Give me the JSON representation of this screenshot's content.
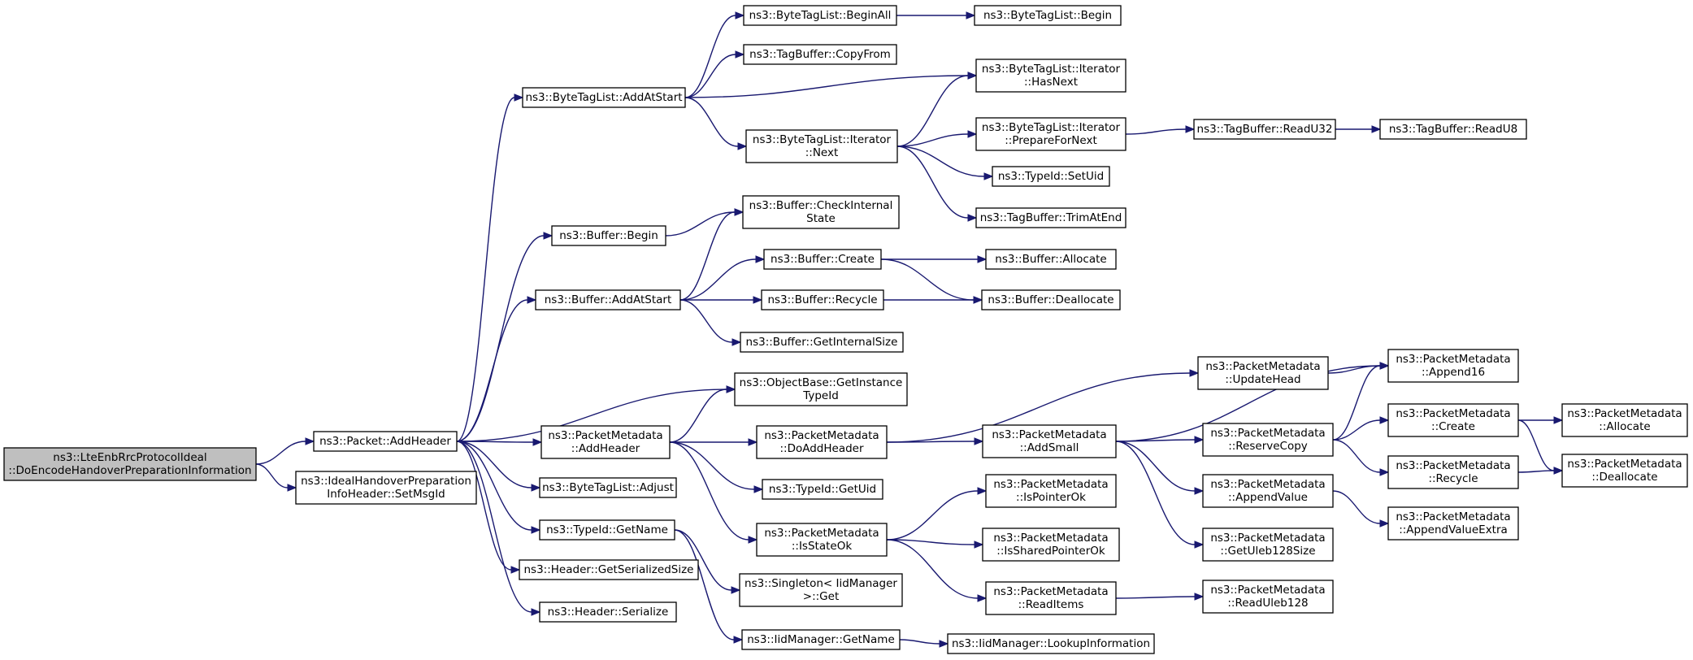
{
  "diagram": {
    "type": "call-graph",
    "colors": {
      "edge": "#191970",
      "root_fill": "#bfbfbf",
      "node_fill": "#ffffff",
      "border": "#000000"
    },
    "nodes": [
      {
        "id": "root",
        "lines": [
          "ns3::LteEnbRrcProtocolIdeal",
          "::DoEncodeHandoverPreparationInformation"
        ],
        "root": true
      },
      {
        "id": "pkt_addheader",
        "lines": [
          "ns3::Packet::AddHeader"
        ]
      },
      {
        "id": "ideal_setmsgid",
        "lines": [
          "ns3::IdealHandoverPreparation",
          "InfoHeader::SetMsgId"
        ]
      },
      {
        "id": "btl_addatstart",
        "lines": [
          "ns3::ByteTagList::AddAtStart"
        ]
      },
      {
        "id": "buf_begin",
        "lines": [
          "ns3::Buffer::Begin"
        ]
      },
      {
        "id": "buf_addatstart",
        "lines": [
          "ns3::Buffer::AddAtStart"
        ]
      },
      {
        "id": "ob_getinstancetypeid",
        "lines": [
          "ns3::ObjectBase::GetInstance",
          "TypeId"
        ]
      },
      {
        "id": "pm_addheader",
        "lines": [
          "ns3::PacketMetadata",
          "::AddHeader"
        ]
      },
      {
        "id": "btl_adjust",
        "lines": [
          "ns3::ByteTagList::Adjust"
        ]
      },
      {
        "id": "tid_getname",
        "lines": [
          "ns3::TypeId::GetName"
        ]
      },
      {
        "id": "hdr_getserializedsize",
        "lines": [
          "ns3::Header::GetSerializedSize"
        ]
      },
      {
        "id": "hdr_serialize",
        "lines": [
          "ns3::Header::Serialize"
        ]
      },
      {
        "id": "btl_beginall",
        "lines": [
          "ns3::ByteTagList::BeginAll"
        ]
      },
      {
        "id": "tb_copyfrom",
        "lines": [
          "ns3::TagBuffer::CopyFrom"
        ]
      },
      {
        "id": "btli_next",
        "lines": [
          "ns3::ByteTagList::Iterator",
          "::Next"
        ]
      },
      {
        "id": "buf_checkinternalstate",
        "lines": [
          "ns3::Buffer::CheckInternal",
          "State"
        ]
      },
      {
        "id": "buf_create",
        "lines": [
          "ns3::Buffer::Create"
        ]
      },
      {
        "id": "buf_recycle",
        "lines": [
          "ns3::Buffer::Recycle"
        ]
      },
      {
        "id": "buf_getinternalsize",
        "lines": [
          "ns3::Buffer::GetInternalSize"
        ]
      },
      {
        "id": "pm_doaddheader",
        "lines": [
          "ns3::PacketMetadata",
          "::DoAddHeader"
        ]
      },
      {
        "id": "tid_getuid",
        "lines": [
          "ns3::TypeId::GetUid"
        ]
      },
      {
        "id": "pm_isstateok",
        "lines": [
          "ns3::PacketMetadata",
          "::IsStateOk"
        ]
      },
      {
        "id": "singleton_get",
        "lines": [
          "ns3::Singleton< IidManager",
          " >::Get"
        ]
      },
      {
        "id": "iid_getname",
        "lines": [
          "ns3::IidManager::GetName"
        ]
      },
      {
        "id": "btl_begin",
        "lines": [
          "ns3::ByteTagList::Begin"
        ]
      },
      {
        "id": "btli_hasnext",
        "lines": [
          "ns3::ByteTagList::Iterator",
          "::HasNext"
        ]
      },
      {
        "id": "btli_preparefornext",
        "lines": [
          "ns3::ByteTagList::Iterator",
          "::PrepareForNext"
        ]
      },
      {
        "id": "tid_setuid",
        "lines": [
          "ns3::TypeId::SetUid"
        ]
      },
      {
        "id": "tb_trimatend",
        "lines": [
          "ns3::TagBuffer::TrimAtEnd"
        ]
      },
      {
        "id": "buf_allocate",
        "lines": [
          "ns3::Buffer::Allocate"
        ]
      },
      {
        "id": "buf_deallocate",
        "lines": [
          "ns3::Buffer::Deallocate"
        ]
      },
      {
        "id": "pm_updatehead",
        "lines": [
          "ns3::PacketMetadata",
          "::UpdateHead"
        ]
      },
      {
        "id": "pm_addsmall",
        "lines": [
          "ns3::PacketMetadata",
          "::AddSmall"
        ]
      },
      {
        "id": "pm_ispointerok",
        "lines": [
          "ns3::PacketMetadata",
          "::IsPointerOk"
        ]
      },
      {
        "id": "pm_issharedpointerok",
        "lines": [
          "ns3::PacketMetadata",
          "::IsSharedPointerOk"
        ]
      },
      {
        "id": "pm_readitems",
        "lines": [
          "ns3::PacketMetadata",
          "::ReadItems"
        ]
      },
      {
        "id": "iid_lookupinformation",
        "lines": [
          "ns3::IidManager::LookupInformation"
        ]
      },
      {
        "id": "tb_readu32",
        "lines": [
          "ns3::TagBuffer::ReadU32"
        ]
      },
      {
        "id": "tb_readu8",
        "lines": [
          "ns3::TagBuffer::ReadU8"
        ]
      },
      {
        "id": "pm_reservecopy",
        "lines": [
          "ns3::PacketMetadata",
          "::ReserveCopy"
        ]
      },
      {
        "id": "pm_appendvalue",
        "lines": [
          "ns3::PacketMetadata",
          "::AppendValue"
        ]
      },
      {
        "id": "pm_getuleb128size",
        "lines": [
          "ns3::PacketMetadata",
          "::GetUleb128Size"
        ]
      },
      {
        "id": "pm_readuleb128",
        "lines": [
          "ns3::PacketMetadata",
          "::ReadUleb128"
        ]
      },
      {
        "id": "pm_append16",
        "lines": [
          "ns3::PacketMetadata",
          "::Append16"
        ]
      },
      {
        "id": "pm_create",
        "lines": [
          "ns3::PacketMetadata",
          "::Create"
        ]
      },
      {
        "id": "pm_recycle",
        "lines": [
          "ns3::PacketMetadata",
          "::Recycle"
        ]
      },
      {
        "id": "pm_appendvalueextra",
        "lines": [
          "ns3::PacketMetadata",
          "::AppendValueExtra"
        ]
      },
      {
        "id": "pm_allocate",
        "lines": [
          "ns3::PacketMetadata",
          "::Allocate"
        ]
      },
      {
        "id": "pm_deallocate",
        "lines": [
          "ns3::PacketMetadata",
          "::Deallocate"
        ]
      }
    ],
    "edges": [
      [
        "root",
        "pkt_addheader"
      ],
      [
        "root",
        "ideal_setmsgid"
      ],
      [
        "pkt_addheader",
        "btl_addatstart"
      ],
      [
        "pkt_addheader",
        "buf_begin"
      ],
      [
        "pkt_addheader",
        "buf_addatstart"
      ],
      [
        "pkt_addheader",
        "ob_getinstancetypeid"
      ],
      [
        "pkt_addheader",
        "pm_addheader"
      ],
      [
        "pkt_addheader",
        "btl_adjust"
      ],
      [
        "pkt_addheader",
        "tid_getname"
      ],
      [
        "pkt_addheader",
        "hdr_getserializedsize"
      ],
      [
        "pkt_addheader",
        "hdr_serialize"
      ],
      [
        "btl_addatstart",
        "btl_beginall"
      ],
      [
        "btl_addatstart",
        "tb_copyfrom"
      ],
      [
        "btl_addatstart",
        "btli_hasnext"
      ],
      [
        "btl_addatstart",
        "btli_next"
      ],
      [
        "btl_beginall",
        "btl_begin"
      ],
      [
        "btli_next",
        "btli_hasnext"
      ],
      [
        "btli_next",
        "btli_preparefornext"
      ],
      [
        "btli_next",
        "tid_setuid"
      ],
      [
        "btli_next",
        "tb_trimatend"
      ],
      [
        "btli_preparefornext",
        "tb_readu32"
      ],
      [
        "tb_readu32",
        "tb_readu8"
      ],
      [
        "buf_begin",
        "buf_checkinternalstate"
      ],
      [
        "buf_addatstart",
        "buf_checkinternalstate"
      ],
      [
        "buf_addatstart",
        "buf_create"
      ],
      [
        "buf_addatstart",
        "buf_recycle"
      ],
      [
        "buf_addatstart",
        "buf_getinternalsize"
      ],
      [
        "buf_create",
        "buf_allocate"
      ],
      [
        "buf_create",
        "buf_deallocate"
      ],
      [
        "buf_recycle",
        "buf_deallocate"
      ],
      [
        "pm_addheader",
        "ob_getinstancetypeid"
      ],
      [
        "pm_addheader",
        "pm_doaddheader"
      ],
      [
        "pm_addheader",
        "tid_getuid"
      ],
      [
        "pm_addheader",
        "pm_isstateok"
      ],
      [
        "pm_doaddheader",
        "pm_updatehead"
      ],
      [
        "pm_doaddheader",
        "pm_addsmall"
      ],
      [
        "pm_updatehead",
        "pm_append16"
      ],
      [
        "pm_addsmall",
        "pm_append16"
      ],
      [
        "pm_addsmall",
        "pm_reservecopy"
      ],
      [
        "pm_addsmall",
        "pm_appendvalue"
      ],
      [
        "pm_addsmall",
        "pm_getuleb128size"
      ],
      [
        "pm_reservecopy",
        "pm_append16"
      ],
      [
        "pm_reservecopy",
        "pm_create"
      ],
      [
        "pm_reservecopy",
        "pm_recycle"
      ],
      [
        "pm_create",
        "pm_allocate"
      ],
      [
        "pm_create",
        "pm_deallocate"
      ],
      [
        "pm_recycle",
        "pm_deallocate"
      ],
      [
        "pm_appendvalue",
        "pm_appendvalueextra"
      ],
      [
        "pm_isstateok",
        "pm_ispointerok"
      ],
      [
        "pm_isstateok",
        "pm_issharedpointerok"
      ],
      [
        "pm_isstateok",
        "pm_readitems"
      ],
      [
        "pm_readitems",
        "pm_readuleb128"
      ],
      [
        "tid_getname",
        "singleton_get"
      ],
      [
        "tid_getname",
        "iid_getname"
      ],
      [
        "iid_getname",
        "iid_lookupinformation"
      ]
    ]
  }
}
